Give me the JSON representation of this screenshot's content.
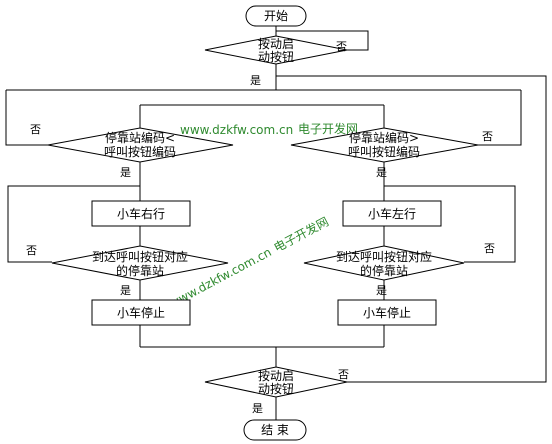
{
  "nodes": {
    "start": "开始",
    "start_check_1": "按动启",
    "start_check_2": "动按钮",
    "cmp_left_1": "停靠站编码<",
    "cmp_left_2": "呼叫按钮编码",
    "cmp_right_1": "停靠站编码>",
    "cmp_right_2": "呼叫按钮编码",
    "move_right": "小车右行",
    "move_left": "小车左行",
    "arrive_left_1": "到达呼叫按钮对应",
    "arrive_left_2": "的停靠站",
    "arrive_right_1": "到达呼叫按钮对应",
    "arrive_right_2": "的停靠站",
    "stop_left": "小车停止",
    "stop_right": "小车停止",
    "end_check_1": "按动启",
    "end_check_2": "动按钮",
    "end": "结 束"
  },
  "labels": {
    "yes": "是",
    "no": "否"
  },
  "watermark": {
    "top_url": "www.dzkfw.com.cn",
    "top_cn": "电子开发网",
    "diag_url": "www.dzkfw.com.cn",
    "diag_cn": "电子开发网"
  },
  "colors": {
    "line": "#000000",
    "watermark": "#2f8a2f"
  }
}
